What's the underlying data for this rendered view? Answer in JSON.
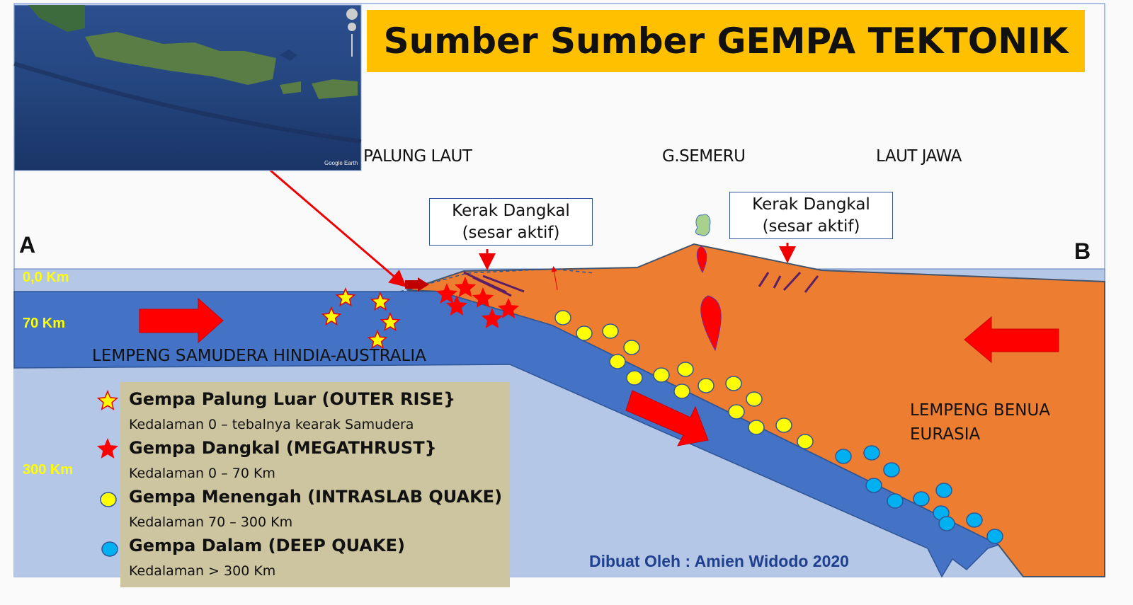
{
  "title": "Sumber Sumber GEMPA TEKTONIK",
  "map": {
    "watermark": "Google Earth"
  },
  "locations": {
    "trench": "PALUNG LAUT",
    "volcano": "G.SEMERU",
    "sea": "LAUT JAWA"
  },
  "callouts": [
    {
      "line1": "Kerak Dangkal",
      "line2": "(sesar aktif)"
    },
    {
      "line1": "Kerak Dangkal",
      "line2": "(sesar aktif)"
    }
  ],
  "section_labels": {
    "start": "A",
    "end": "B"
  },
  "depths": [
    "0,0 Km",
    "70 Km",
    "300 Km"
  ],
  "plates": {
    "oceanic": "LEMPENG SAMUDERA HINDIA-AUSTRALIA",
    "continental_line1": "LEMPENG BENUA",
    "continental_line2": "EURASIA"
  },
  "legend": [
    {
      "icon": "yellow-star-icon",
      "title": "Gempa Palung Luar (OUTER RISE}",
      "sub": "Kedalaman 0 – tebalnya kearak Samudera"
    },
    {
      "icon": "red-star-icon",
      "title": "Gempa Dangkal (MEGATHRUST}",
      "sub": "Kedalaman 0 – 70 Km"
    },
    {
      "icon": "yellow-circle-icon",
      "title": "Gempa Menengah (INTRASLAB QUAKE)",
      "sub": "Kedalaman 70 – 300 Km"
    },
    {
      "icon": "blue-circle-icon",
      "title": "Gempa Dalam (DEEP QUAKE)",
      "sub": "Kedalaman > 300 Km"
    }
  ],
  "credit": "Dibuat Oleh : Amien Widodo 2020",
  "colors": {
    "title_bg": "#ffc000",
    "ocean_plate": "#4472c4",
    "continent": "#ed7d31",
    "mantle": "#b4c7e7",
    "magma": "#ff0000",
    "legend_bg": "#cdc5a0"
  }
}
